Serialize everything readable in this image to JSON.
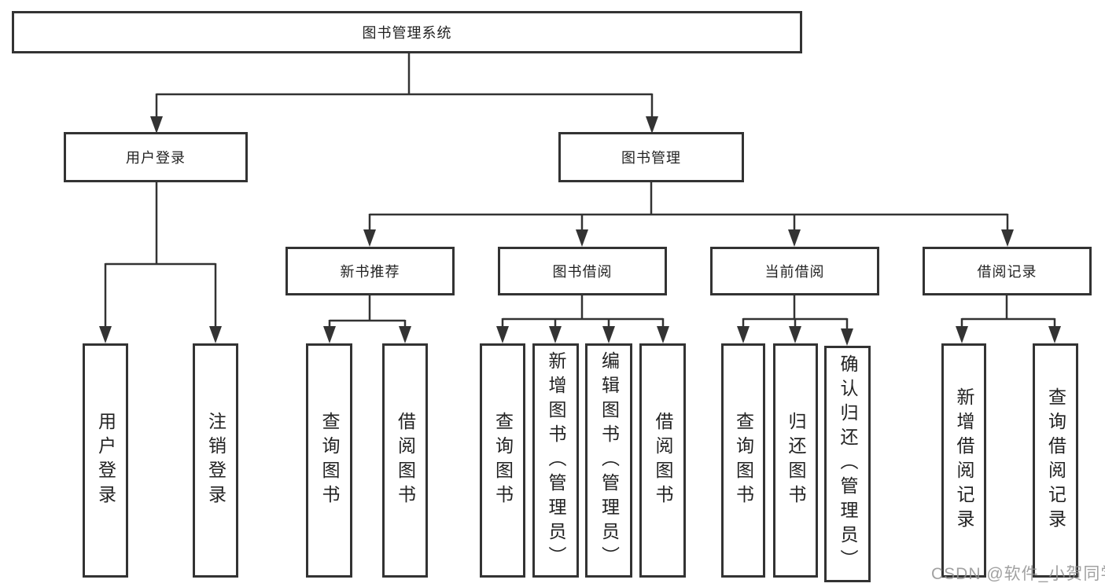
{
  "tree": {
    "label": "图书管理系统",
    "children": [
      {
        "label": "用户登录",
        "children": [
          {
            "label": "用户登录"
          },
          {
            "label": "注销登录"
          }
        ]
      },
      {
        "label": "图书管理",
        "children": [
          {
            "label": "新书推荐",
            "children": [
              {
                "label": "查询图书"
              },
              {
                "label": "借阅图书"
              }
            ]
          },
          {
            "label": "图书借阅",
            "children": [
              {
                "label": "查询图书"
              },
              {
                "label": "新增图书（管理员）"
              },
              {
                "label": "编辑图书（管理员）"
              },
              {
                "label": "借阅图书"
              }
            ]
          },
          {
            "label": "当前借阅",
            "children": [
              {
                "label": "查询图书"
              },
              {
                "label": "归还图书"
              },
              {
                "label": "确认归还（管理员）"
              }
            ]
          },
          {
            "label": "借阅记录",
            "children": [
              {
                "label": "新增借阅记录"
              },
              {
                "label": "查询借阅记录"
              }
            ]
          }
        ]
      }
    ]
  },
  "watermark": {
    "text": "CSDN @软件_小贺同学"
  },
  "colors": {
    "line": "#333333",
    "text": "#222222",
    "box_background": "#ffffff",
    "watermark": "#919191",
    "background": "#ffffff"
  }
}
